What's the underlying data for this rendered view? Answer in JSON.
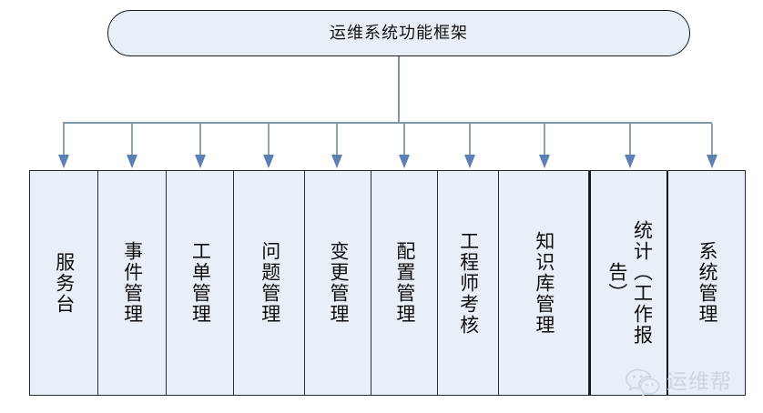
{
  "title": {
    "text": "运维系统功能框架"
  },
  "colors": {
    "box_fill": "#e9eff7",
    "box_border": "#262b33",
    "connector_line": "#7e98a8",
    "arrow_head": "#5b7fb5",
    "text": "#0d0d0d",
    "watermark": "#ccd5e2"
  },
  "modules": [
    {
      "label": "服务台"
    },
    {
      "label": "事件管理"
    },
    {
      "label": "工单管理"
    },
    {
      "label": "问题管理"
    },
    {
      "label": "变更管理"
    },
    {
      "label": "配置管理"
    },
    {
      "label": "工程师考核"
    },
    {
      "label": "知识库管理"
    },
    {
      "label": "统计（工作报告）"
    },
    {
      "label": "系统管理"
    }
  ],
  "watermark": {
    "icon": "wechat-icon",
    "text": "运维帮"
  }
}
